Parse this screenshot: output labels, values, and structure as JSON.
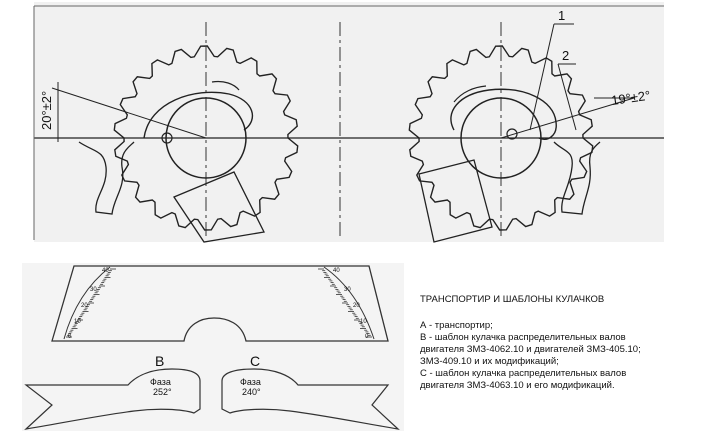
{
  "diagram": {
    "left_angle": "20°±2°",
    "right_angle": "19°±2°",
    "callout_1": "1",
    "callout_2": "2",
    "label_b": "B",
    "label_c": "C",
    "template_b_text": [
      "Фаза",
      "252°"
    ],
    "template_c_text": [
      "Фаза",
      "240°"
    ],
    "protractor_left_ticks": [
      "40",
      "30",
      "20",
      "10",
      "0"
    ],
    "protractor_right_ticks": [
      "40",
      "30",
      "20",
      "10",
      "0"
    ]
  },
  "caption": {
    "title": "ТРАНСПОРТИР И ШАБЛОНЫ КУЛАЧКОВ",
    "lines": [
      "А - транспортир;",
      "В - шаблон кулачка распределительных валов",
      "двигателя ЗМЗ-4062.10 и двигателей ЗМЗ-405.10;",
      "ЗМЗ-409.10 и их модификаций;",
      "С - шаблон кулачка распределительных валов",
      "двигателя ЗМЗ-4063.10 и его модификаций."
    ]
  }
}
